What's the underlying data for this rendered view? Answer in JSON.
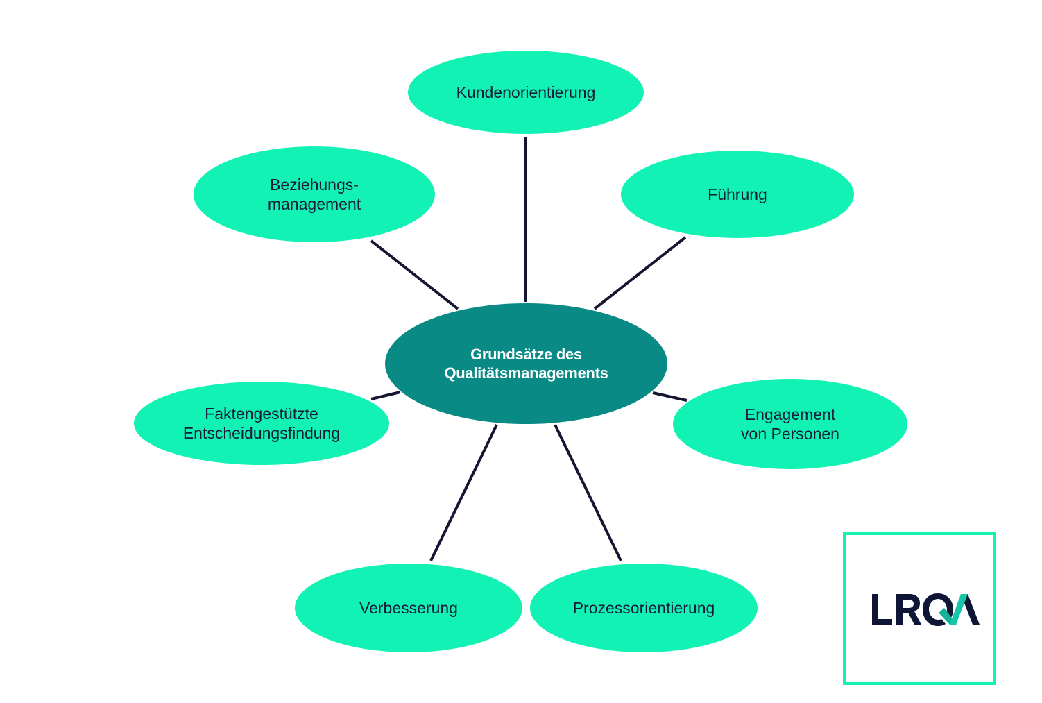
{
  "center": {
    "label_line1": "Grundsätze des",
    "label_line2": "Qualitätsmanagements"
  },
  "principles": [
    {
      "id": "kunden",
      "line1": "Kundenorientierung",
      "line2": ""
    },
    {
      "id": "fuehrung",
      "line1": "Führung",
      "line2": ""
    },
    {
      "id": "engagement",
      "line1": "Engagement",
      "line2": "von Personen"
    },
    {
      "id": "prozess",
      "line1": "Prozessorientierung",
      "line2": ""
    },
    {
      "id": "verbesserung",
      "line1": "Verbesserung",
      "line2": ""
    },
    {
      "id": "fakten",
      "line1": "Faktengestützte",
      "line2": "Entscheidungsfindung"
    },
    {
      "id": "beziehung",
      "line1": "Beziehungs-",
      "line2": "management"
    }
  ],
  "logo": {
    "text": "LRQA"
  },
  "colors": {
    "node": "#12f2b4",
    "center": "#0a8a84",
    "connector": "#141633",
    "logo_dark": "#0f1535"
  }
}
